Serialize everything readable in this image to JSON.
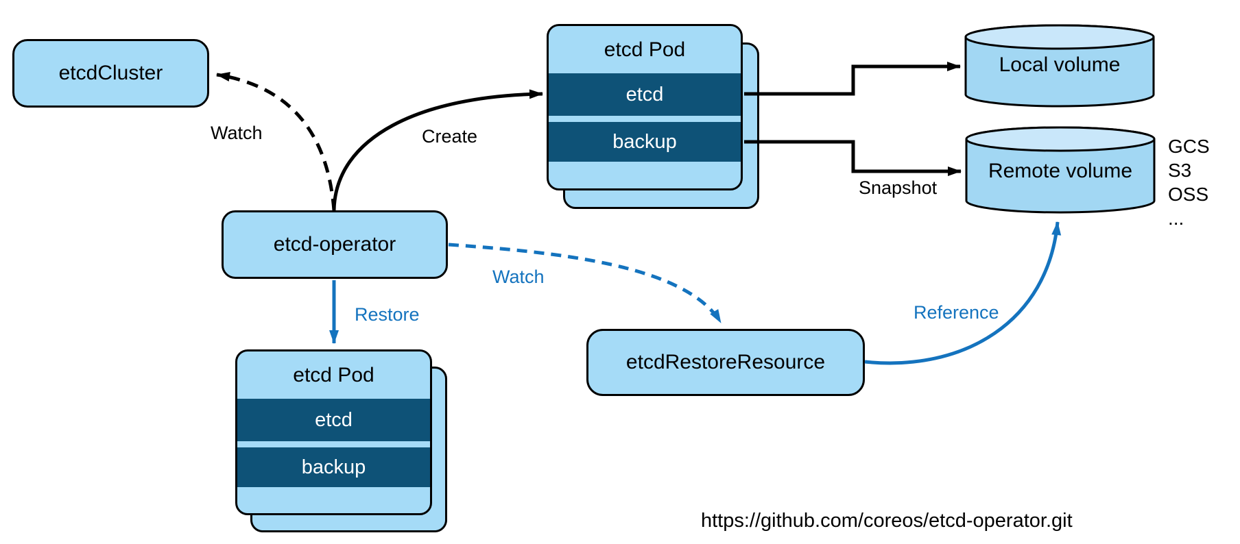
{
  "colors": {
    "node_fill": "#A5DBF7",
    "node_border": "#000000",
    "dark_band": "#0E5277",
    "cylinder_fill": "#A2D7F3",
    "cylinder_lid": "#C9E7FA",
    "accent_blue": "#1473BE",
    "ink": "#000000"
  },
  "nodes": {
    "etcd_cluster": {
      "label": "etcdCluster"
    },
    "etcd_operator": {
      "label": "etcd-operator"
    },
    "etcd_restore_resource": {
      "label": "etcdRestoreResource"
    },
    "top_pod": {
      "title": "etcd Pod",
      "containers": [
        "etcd",
        "backup"
      ]
    },
    "bottom_pod": {
      "title": "etcd Pod",
      "containers": [
        "etcd",
        "backup"
      ]
    },
    "local_volume": {
      "label": "Local volume"
    },
    "remote_volume": {
      "label": "Remote volume",
      "backends": [
        "GCS",
        "S3",
        "OSS",
        "..."
      ]
    }
  },
  "edges": {
    "watch_cluster": {
      "label": "Watch"
    },
    "create": {
      "label": "Create"
    },
    "snapshot": {
      "label": "Snapshot"
    },
    "restore": {
      "label": "Restore"
    },
    "watch_restore": {
      "label": "Watch"
    },
    "reference": {
      "label": "Reference"
    }
  },
  "footer": {
    "url": "https://github.com/coreos/etcd-operator.git"
  }
}
